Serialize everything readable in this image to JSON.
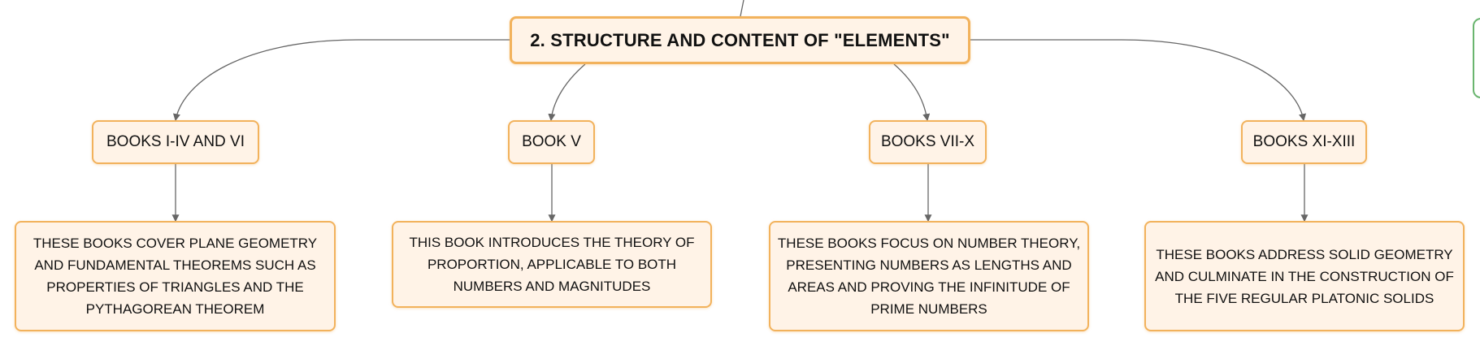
{
  "colors": {
    "node_fill": "#fff3e7",
    "node_border": "#f2b25c",
    "connector": "#666666",
    "side_box_border": "#6ab56f"
  },
  "root": {
    "label": "2. Structure and Content of \"Elements\""
  },
  "branches": [
    {
      "label": "Books I-IV and VI",
      "detail": "These books cover plane geometry and fundamental theorems such as properties of triangles and the Pythagorean theorem"
    },
    {
      "label": "Book V",
      "detail": "This book introduces the theory of proportion, applicable to both numbers and magnitudes"
    },
    {
      "label": "Books VII-X",
      "detail": "These books focus on number theory, presenting numbers as lengths and areas and proving the infinitude of prime numbers"
    },
    {
      "label": "Books XI-XIII",
      "detail": "These books address solid geometry and culminate in the construction of the five regular Platonic solids"
    }
  ]
}
